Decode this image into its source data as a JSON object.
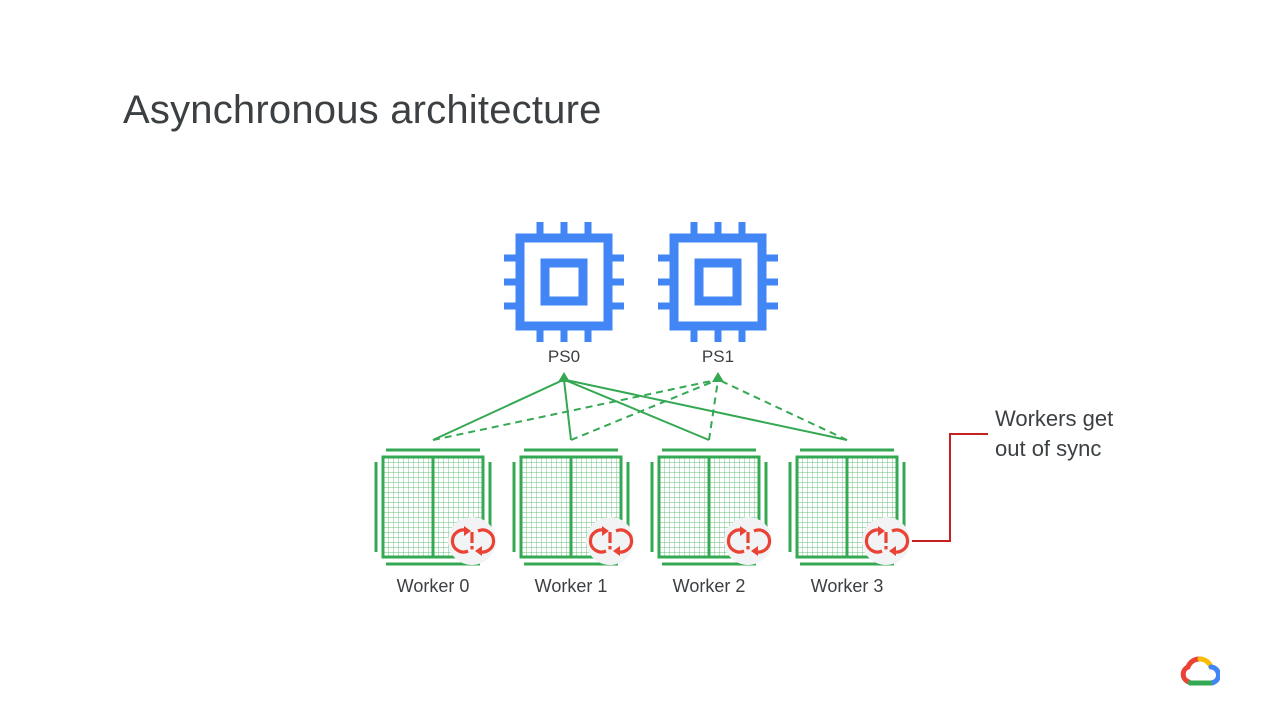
{
  "slide": {
    "title": "Asynchronous architecture"
  },
  "diagram": {
    "parameter_servers": [
      {
        "label": "PS0",
        "icon": "cpu-chip-icon"
      },
      {
        "label": "PS1",
        "icon": "cpu-chip-icon"
      }
    ],
    "workers": [
      {
        "label": "Worker 0",
        "icon": "tpu-board-icon",
        "badge": "out-of-sync-icon"
      },
      {
        "label": "Worker 1",
        "icon": "tpu-board-icon",
        "badge": "out-of-sync-icon"
      },
      {
        "label": "Worker 2",
        "icon": "tpu-board-icon",
        "badge": "out-of-sync-icon"
      },
      {
        "label": "Worker 3",
        "icon": "tpu-board-icon",
        "badge": "out-of-sync-icon"
      }
    ],
    "connections": {
      "solid_to": "PS0",
      "dashed_to": "PS1"
    },
    "callout": {
      "line1": "Workers get",
      "line2": "out of sync"
    }
  },
  "colors": {
    "chip_blue": "#4285f4",
    "link_green": "#34a853",
    "board_green": "#34a853",
    "alert_red": "#ea4335",
    "callout_line": "#c5221f",
    "text": "#3c4043"
  },
  "branding": {
    "logo": "google-cloud-logo-icon"
  }
}
